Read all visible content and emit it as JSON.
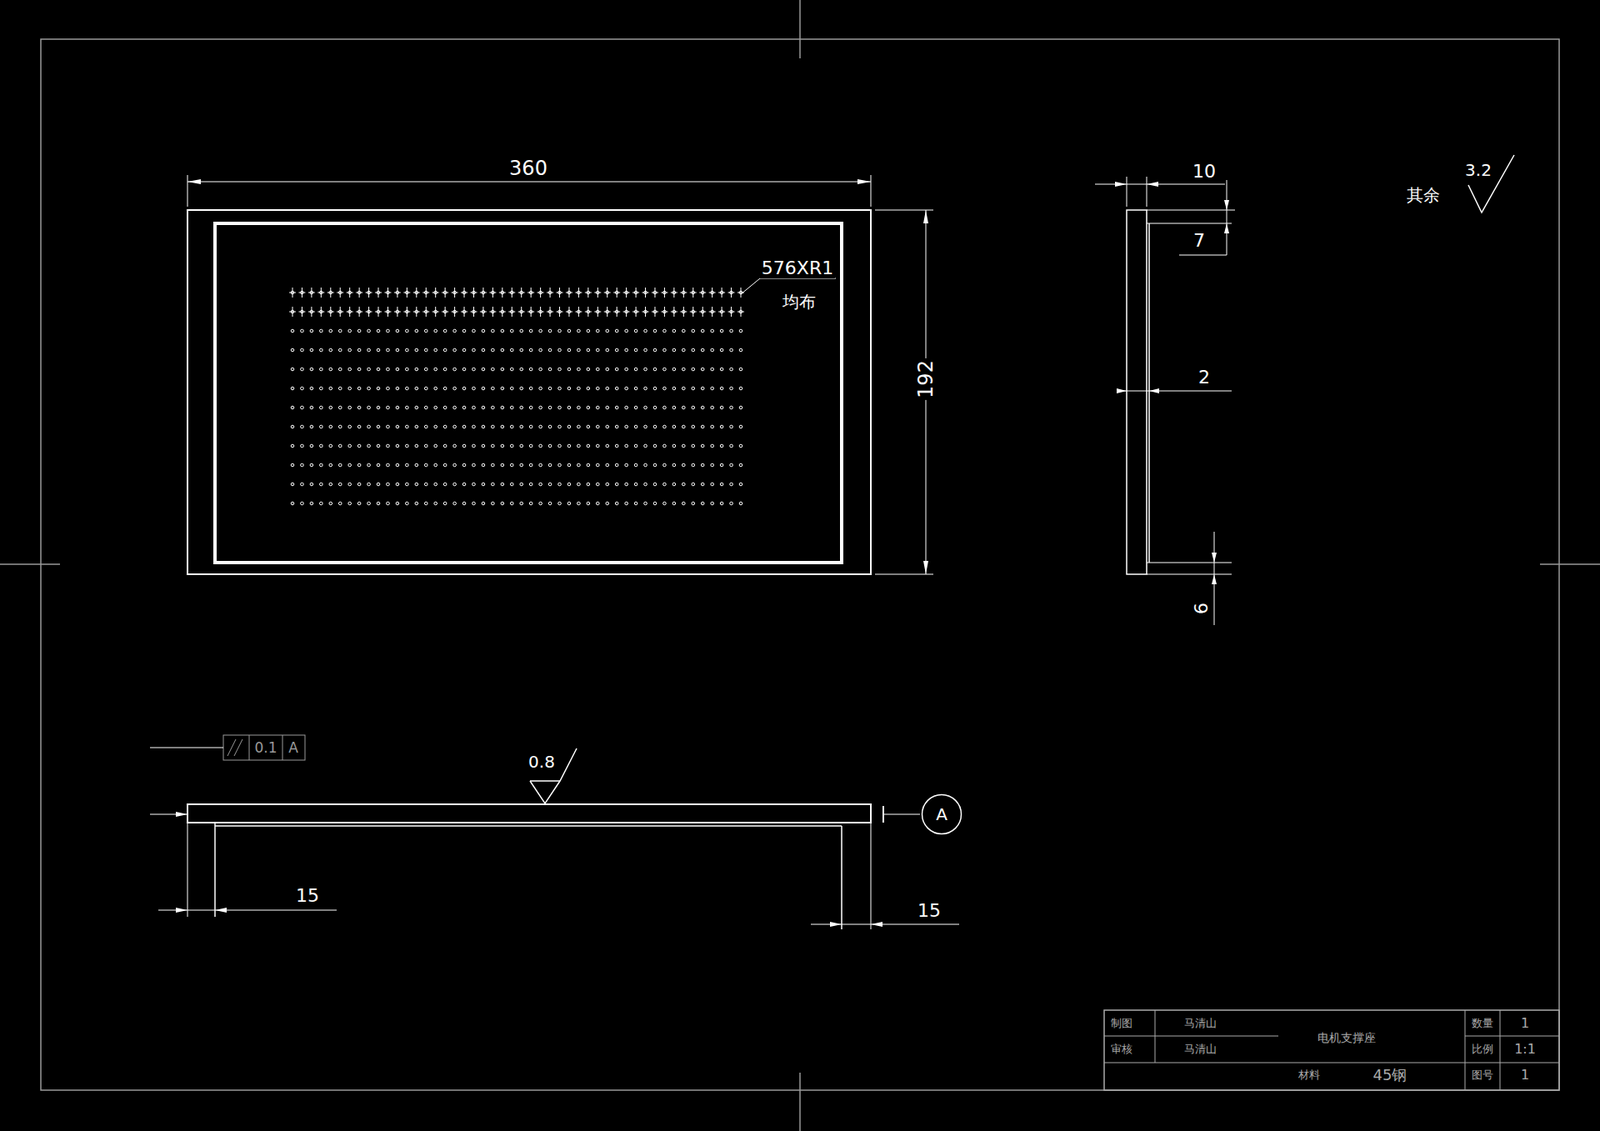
{
  "diagram": {
    "nodes": [
      {
        "text": [
          "A"
        ]
      }
    ],
    "labels": [
      "360",
      "192",
      "576XR1",
      "均布",
      "10",
      "7",
      "2",
      "6",
      "其余",
      "3.2",
      "0.8",
      "0.1",
      "A",
      "15",
      "15",
      "制图",
      "马清山",
      "审核",
      "马清山",
      "电机支撑座",
      "材料",
      "45钢",
      "数量",
      "1",
      "比例",
      "1:1",
      "图号",
      "1"
    ]
  }
}
